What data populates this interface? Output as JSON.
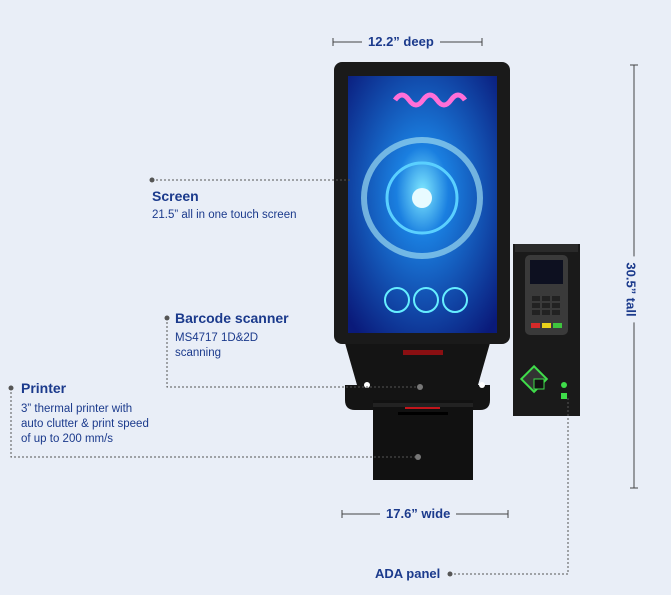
{
  "dimensions": {
    "depth": "12.2” deep",
    "height": "30.5” tall",
    "width": "17.6” wide"
  },
  "callouts": {
    "screen": {
      "title": "Screen",
      "desc": "21.5” all in one touch screen"
    },
    "scanner": {
      "title": "Barcode scanner",
      "desc_lines": [
        "MS4717 1D&2D",
        "scanning"
      ]
    },
    "printer": {
      "title": "Printer",
      "desc_lines": [
        "3” thermal printer with",
        "auto clutter & print speed",
        "of up to 200 mm/s"
      ]
    },
    "ada": {
      "title": "ADA panel"
    }
  },
  "colors": {
    "text": "#1b3a8c",
    "background": "#e9eef7",
    "ada_accent": "#3fdc4a"
  }
}
